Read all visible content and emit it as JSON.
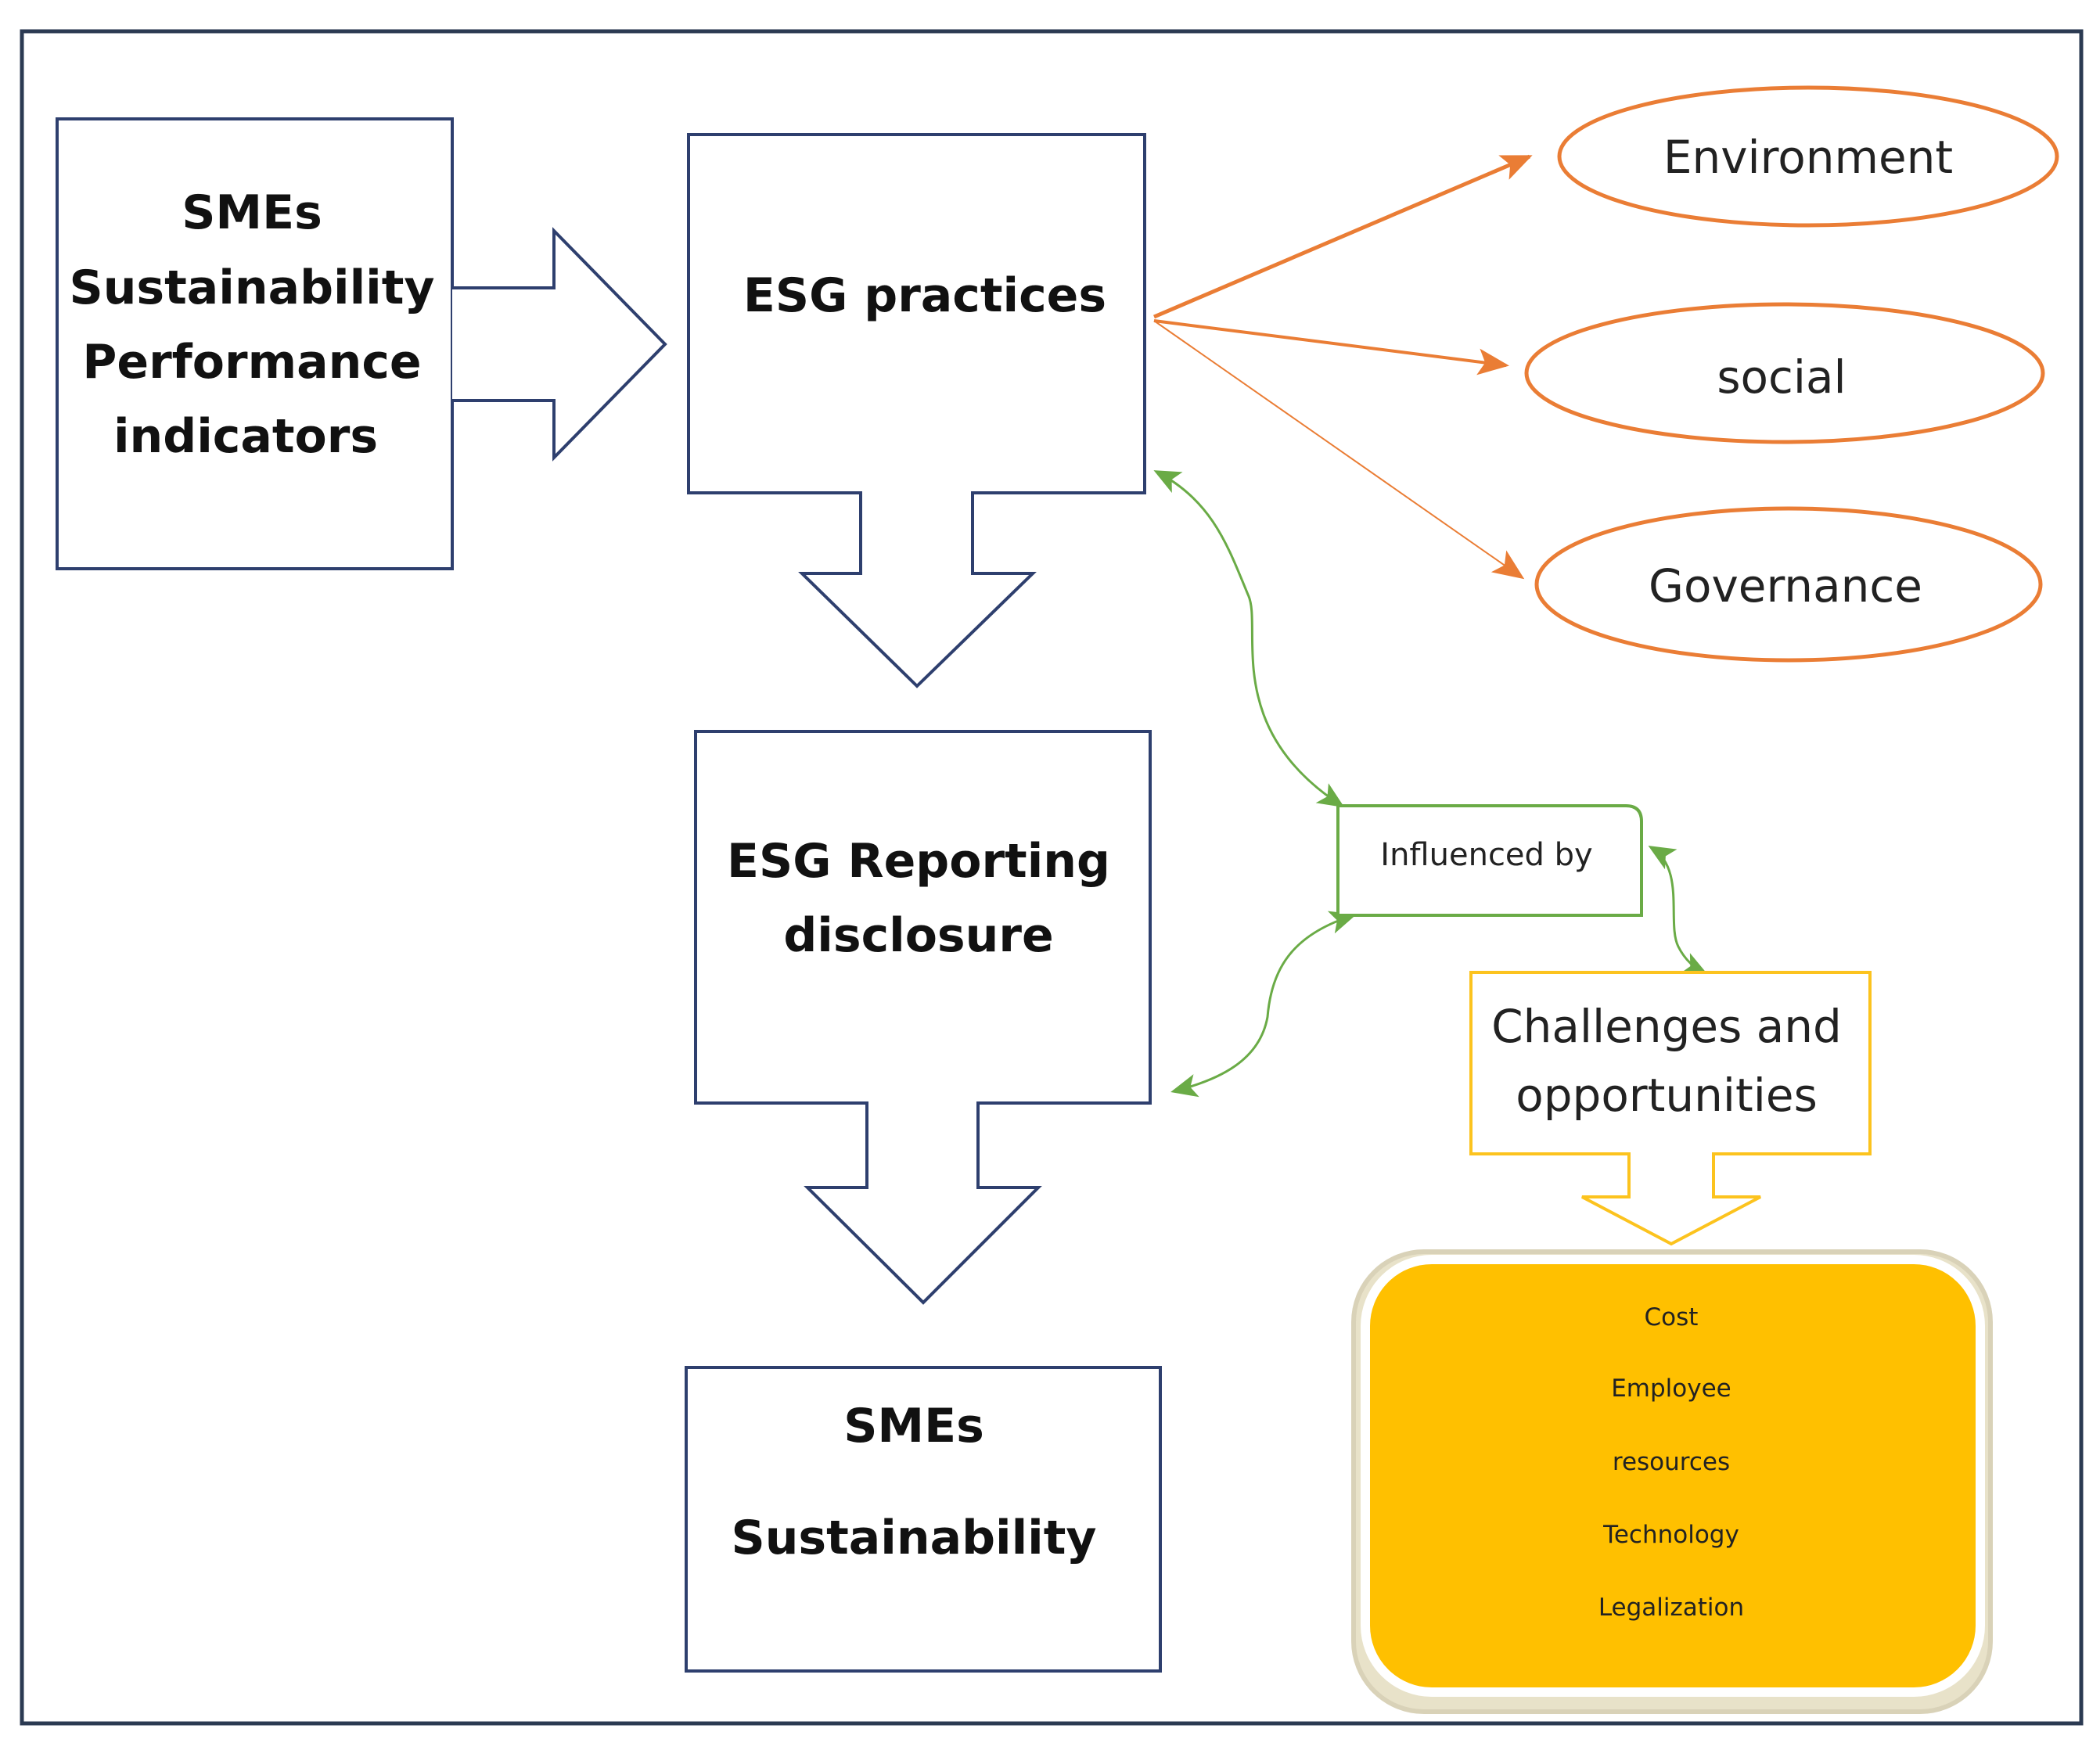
{
  "diagram": {
    "colors": {
      "frame": "#2b3a52",
      "navy": "#2e3f6e",
      "orange": "#ea7d35",
      "green": "#6aab46",
      "yellow_outline": "#fcc31e",
      "yellow_fill": "#ffc000",
      "shadow": "#d9d2b8"
    },
    "nodes": {
      "indicators": {
        "lines": [
          "SMEs",
          "Sustainability",
          "Performance",
          "indicators"
        ]
      },
      "practices": {
        "lines": [
          "ESG practices"
        ]
      },
      "reporting": {
        "lines": [
          "ESG Reporting",
          "disclosure"
        ]
      },
      "sustainability": {
        "lines": [
          "SMEs",
          "Sustainability"
        ]
      },
      "environment": {
        "label": "Environment"
      },
      "social": {
        "label": "social"
      },
      "governance": {
        "label": "Governance"
      },
      "influenced": {
        "label": "Influenced by"
      },
      "challenges": {
        "lines": [
          "Challenges and",
          "opportunities"
        ]
      },
      "factors": {
        "items": [
          "Cost",
          "Employee",
          "resources",
          "Technology",
          "Legalization"
        ]
      }
    }
  }
}
